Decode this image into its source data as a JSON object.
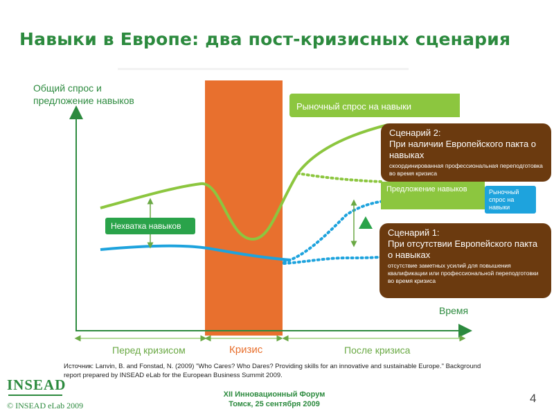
{
  "title": "Навыки в Европе: два пост-кризисных сценария",
  "y_axis_label": "Общий спрос и предложение навыков",
  "x_axis_label": "Время",
  "market_demand_label": "Рыночный спрос на навыки",
  "scenario2": {
    "heading": "Сценарий 2:\nПри наличии Европейского пакта о навыках",
    "subtext": "скоординированная профессиональная переподготовка во время кризиса"
  },
  "scenario1": {
    "heading": "Сценарий 1:\nПри отсутствии Европейского пакта о навыках",
    "subtext": "отсутствие заметных усилий для повышения квалификации или профессиональной переподготовки во время кризиса"
  },
  "supply_label": "Предложение навыков",
  "market_demand_small_label": "Рыночный спрос на навыки",
  "shortage_label": "Нехватка навыков",
  "periods": {
    "before": "Перед кризисом",
    "crisis": "Кризис",
    "after": "После кризиса"
  },
  "source_text": "Источник: Lanvin, B. and Fonstad, N. (2009) \"Who Cares? Who Dares? Providing skills for an innovative and sustainable Europe.\" Background report prepared by INSEAD eLab for the European Business Summit 2009.",
  "logo_text": "INSEAD",
  "copyright": "© INSEAD eLab 2009",
  "forum_line1": "XII Инновационный Форум",
  "forum_line2": "Томск, 25 сентября 2009",
  "page_number": "4",
  "colors": {
    "green_dark": "#2c8a3e",
    "green_light": "#8cc63f",
    "blue": "#1ea3dd",
    "crisis_orange": "#e8702e",
    "scenario_brown": "#6b3a0f"
  }
}
